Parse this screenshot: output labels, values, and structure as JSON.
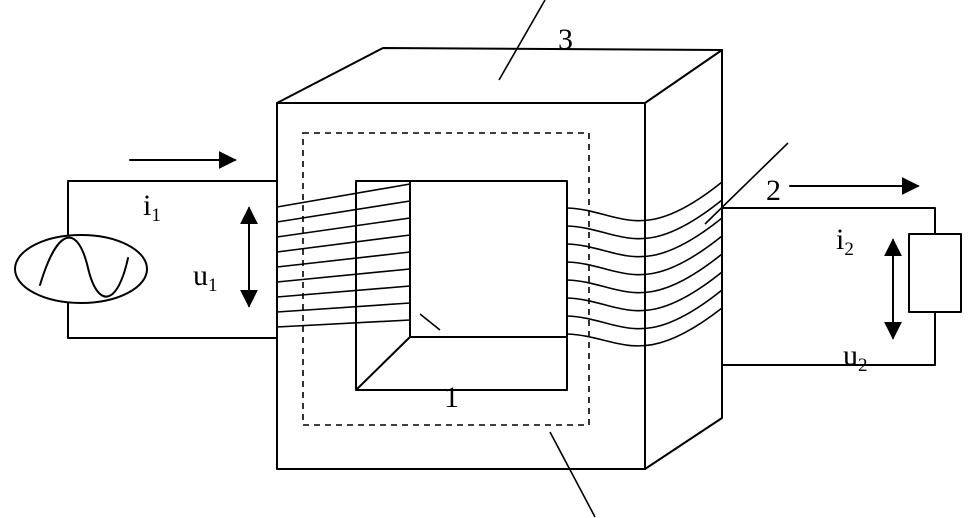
{
  "labels": {
    "core_top": "3",
    "core_window": "1",
    "secondary_coil": "2",
    "i1": {
      "base": "i",
      "sub": "1"
    },
    "u1": {
      "base": "u",
      "sub": "1"
    },
    "i2": {
      "base": "i",
      "sub": "2"
    },
    "u2": {
      "base": "u",
      "sub": "2"
    }
  },
  "components": {
    "source": "ac-source-icon",
    "load": "resistor-load-icon"
  }
}
